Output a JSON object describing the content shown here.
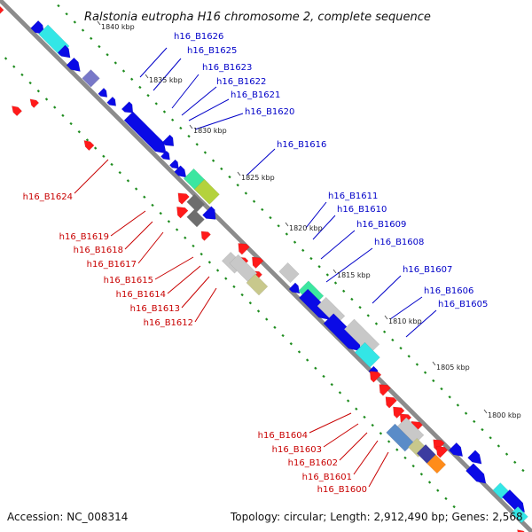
{
  "title": "Ralstonia eutropha H16 chromosome 2, complete sequence",
  "footer": {
    "accession": "Accession: NC_008314",
    "topology": "Topology: circular; Length: 2,912,490 bp; Genes: 2,568"
  },
  "ticks": [
    "1840 kbp",
    "1835 kbp",
    "1830 kbp",
    "1825 kbp",
    "1820 kbp",
    "1815 kbp",
    "1810 kbp",
    "1805 kbp",
    "1800 kbp"
  ],
  "forward_labels": [
    "h16_B1626",
    "h16_B1625",
    "h16_B1623",
    "h16_B1622",
    "h16_B1621",
    "h16_B1620",
    "h16_B1616",
    "h16_B1611",
    "h16_B1610",
    "h16_B1609",
    "h16_B1608",
    "h16_B1607",
    "h16_B1606",
    "h16_B1605"
  ],
  "reverse_labels": [
    "h16_B1624",
    "h16_B1619",
    "h16_B1618",
    "h16_B1617",
    "h16_B1615",
    "h16_B1614",
    "h16_B1613",
    "h16_B1612",
    "h16_B1604",
    "h16_B1603",
    "h16_B1602",
    "h16_B1601",
    "h16_B1600"
  ],
  "colors": {
    "backbone": "#8c8c8c",
    "forward_gene": "#0a0ae6",
    "reverse_gene": "#ff1a1a",
    "forward_label": "#0000c8",
    "reverse_label": "#c80000",
    "gc_dots": "#1e8c1e",
    "cyan": "#33e6e6",
    "light_gray": "#c8c8c8",
    "dark_gray": "#6e6e6e",
    "steel_blue": "#5a8cc8",
    "navy": "#3c3ca0",
    "orange": "#ff8c1a",
    "olive": "#c8c88c",
    "green": "#3ce6a0",
    "yellow_green": "#b4d23c",
    "slate_blue": "#7878c8"
  }
}
